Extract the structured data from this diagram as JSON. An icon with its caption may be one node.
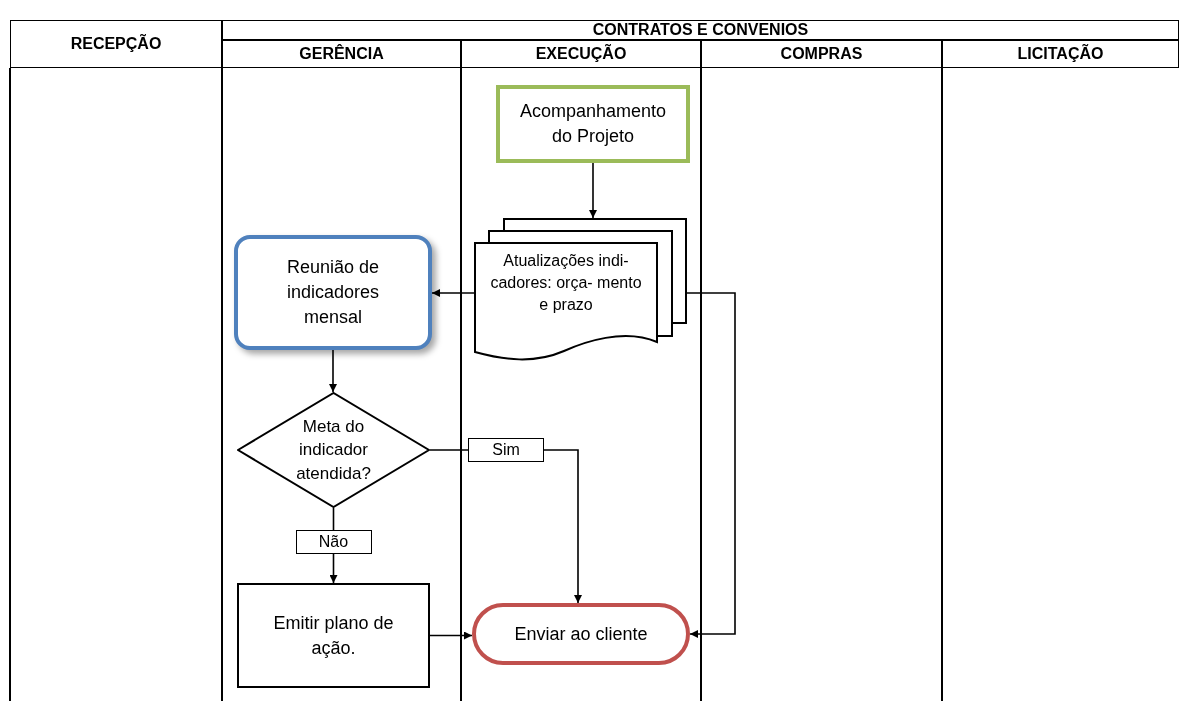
{
  "diagram": {
    "nodes": [
      {
        "text": [
          "Acompanhamento do Projeto"
        ]
      },
      {
        "text": [
          "Atualizações indi- cadores: orça- mento e prazo"
        ]
      },
      {
        "text": [
          "Reunião de indicadores mensal"
        ]
      },
      {
        "text": [
          "Meta do indicador atendida?"
        ]
      },
      {
        "text": [
          "Emitir plano de ação."
        ]
      },
      {
        "text": [
          "Enviar ao cliente"
        ]
      }
    ],
    "edges": [
      {
        "from": 0,
        "to": 1,
        "arrow": "to"
      },
      {
        "from": 1,
        "to": 2,
        "arrow": "to"
      },
      {
        "from": 1,
        "to": 5,
        "arrow": "to"
      },
      {
        "from": 2,
        "to": 3,
        "arrow": "to"
      },
      {
        "from": 3,
        "to": 5,
        "arrow": "to",
        "label": "Sim"
      },
      {
        "from": 3,
        "to": 4,
        "arrow": "to",
        "label": "Não"
      },
      {
        "from": 4,
        "to": 5,
        "arrow": "to"
      }
    ],
    "labels": [
      "RECEPÇÃO",
      "CONTRATOS E CONVENIOS",
      "GERÊNCIA",
      "EXECUÇÃO",
      "COMPRAS",
      "LICITAÇÃO"
    ]
  }
}
